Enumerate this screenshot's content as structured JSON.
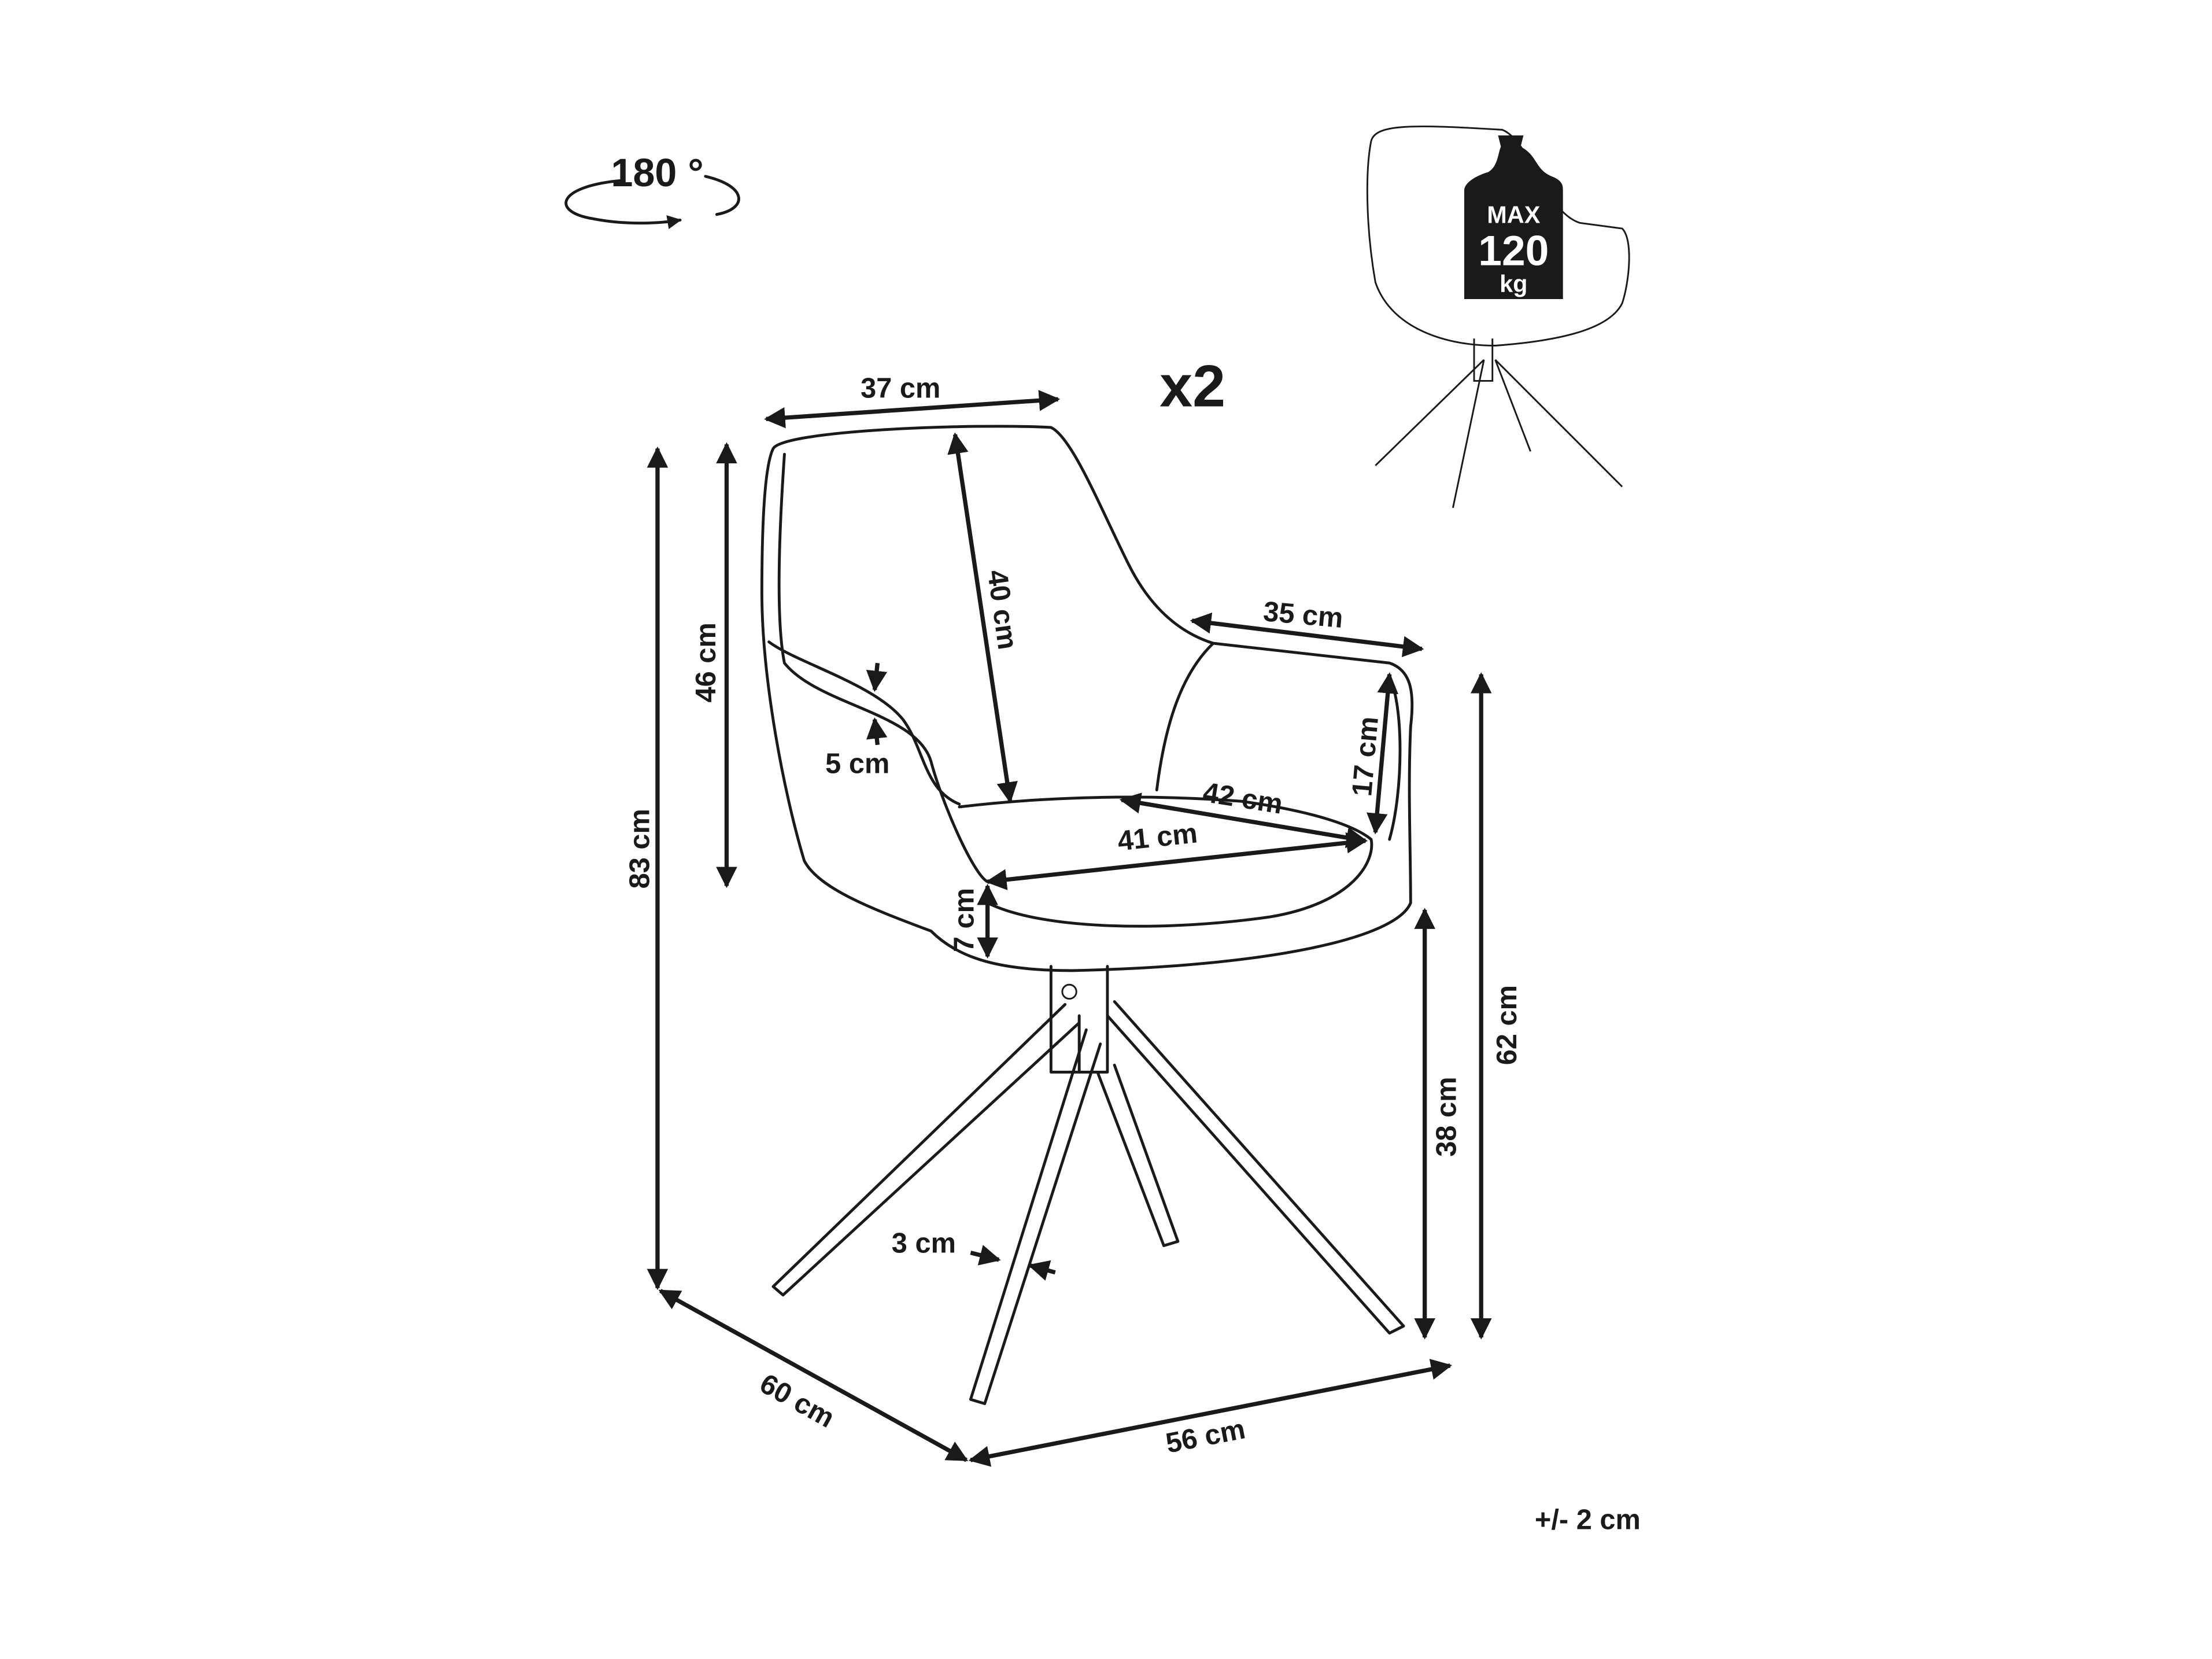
{
  "rotation": {
    "label": "180 °"
  },
  "quantity": {
    "label": "x2"
  },
  "max_load": {
    "line1": "MAX",
    "line2": "120",
    "line3": "kg"
  },
  "dimensions": {
    "backrest_width": "37 cm",
    "backrest_height": "40 cm",
    "seat_to_top": "46 cm",
    "total_height": "83 cm",
    "armrest_length": "35 cm",
    "armrest_height": "17 cm",
    "seat_width": "42 cm",
    "seat_depth": "41 cm",
    "armrest_thickness": "5 cm",
    "seat_thickness": "7 cm",
    "armrest_floor_height": "62 cm",
    "seat_height": "38 cm",
    "leg_width": "3 cm",
    "total_depth": "60 cm",
    "total_width": "56 cm"
  },
  "tolerance": "+/- 2 cm"
}
